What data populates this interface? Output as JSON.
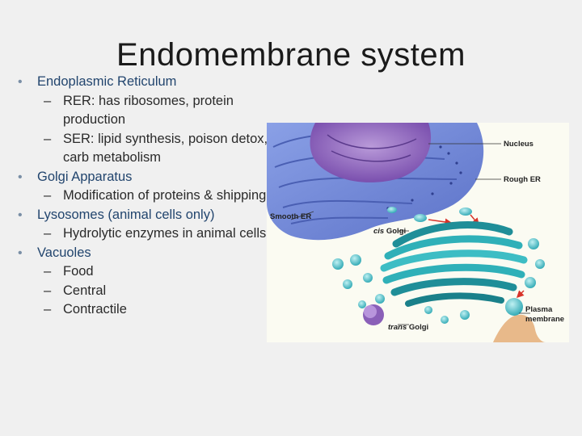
{
  "slide": {
    "title": "Endomembrane system",
    "bullets": [
      {
        "text": "Endoplasmic Reticulum",
        "subs": [
          "RER: has ribosomes, protein production",
          "SER: lipid synthesis, poison detox, carb metabolism"
        ]
      },
      {
        "text": "Golgi Apparatus",
        "subs": [
          "Modification of proteins & shipping"
        ]
      },
      {
        "text": "Lysosomes (animal cells only)",
        "subs": [
          "Hydrolytic enzymes in animal cells"
        ]
      },
      {
        "text": "Vacuoles",
        "subs": [
          "Food",
          "Central",
          "Contractile"
        ]
      }
    ]
  },
  "figure": {
    "labels": {
      "nucleus": "Nucleus",
      "rough_er": "Rough ER",
      "smooth_er": "Smooth ER",
      "cis_golgi_prefix": "cis",
      "cis_golgi_suffix": " Golgi",
      "trans_golgi_prefix": "trans",
      "trans_golgi_suffix": " Golgi",
      "plasma_membrane_line1": "Plasma",
      "plasma_membrane_line2": "membrane"
    },
    "colors": {
      "er": "#6f86d6",
      "nucleus": "#8a5fb8",
      "golgi": "#2fb0b8",
      "vesicle": "#3bb5c0",
      "arrow": "#d8332a",
      "membrane": "#e8b98a"
    }
  }
}
